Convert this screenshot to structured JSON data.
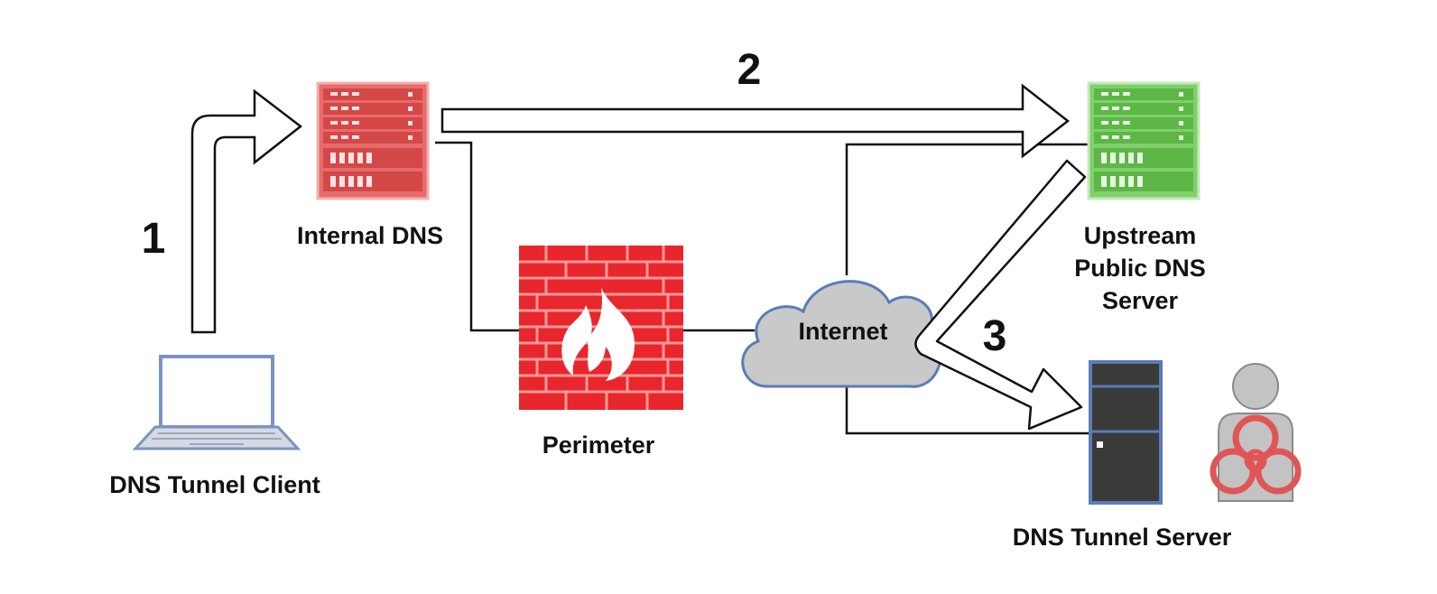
{
  "diagram": {
    "nodes": {
      "client": {
        "label": "DNS Tunnel Client",
        "icon": "laptop-icon"
      },
      "internal_dns": {
        "label": "Internal DNS",
        "icon": "server-rack-icon",
        "color": "#e25c5c"
      },
      "perimeter": {
        "label": "Perimeter",
        "icon": "firewall-icon",
        "color": "#e8262b"
      },
      "internet": {
        "label": "Internet",
        "icon": "cloud-icon",
        "color": "#c8c8c8"
      },
      "upstream_dns": {
        "label_lines": [
          "Upstream",
          "Public DNS",
          "Server"
        ],
        "icon": "server-rack-icon",
        "color": "#6cc45a"
      },
      "tunnel_server": {
        "label": "DNS Tunnel Server",
        "icon": "tower-server-icon",
        "color": "#3f3f3f"
      },
      "attacker": {
        "icon": "biohazard-user-icon",
        "color": "#e05555"
      }
    },
    "steps": [
      "1",
      "2",
      "3"
    ]
  }
}
